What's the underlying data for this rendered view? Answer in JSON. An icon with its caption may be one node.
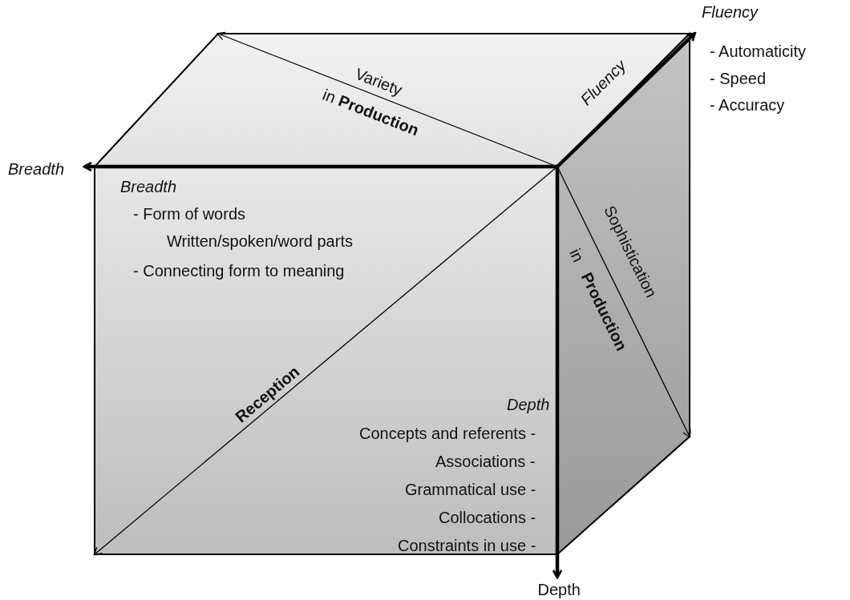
{
  "diagram": {
    "nodes": [
      {
        "text": [
          "Breadth",
          "- Form of words",
          "Written/spoken/word parts",
          "- Connecting form to meaning",
          "Reception",
          "Depth",
          "Concepts and referents -",
          "Associations -",
          "Grammatical use -",
          "Collocations -",
          "Constraints in use -"
        ]
      },
      {
        "text": [
          "Variety",
          "in **Production**"
        ]
      },
      {
        "text": [
          "Sophistication",
          "in **Production**"
        ]
      },
      {
        "text": [
          "Breadth"
        ]
      },
      {
        "text": [
          "Fluency",
          "- Automaticity",
          "- Speed",
          "- Accuracy"
        ]
      },
      {
        "text": [
          "Depth"
        ]
      }
    ],
    "edges": [
      {
        "from": 2,
        "to": 3,
        "arrow": "to",
        "style": "thick"
      },
      {
        "from": 2,
        "to": 4,
        "arrow": "to",
        "label": "Fluency",
        "style": "thick"
      },
      {
        "from": 2,
        "to": 5,
        "arrow": "to",
        "style": "thick"
      },
      {
        "from": 2,
        "to": 1,
        "arrow": "to"
      },
      {
        "from": 2,
        "to": 0,
        "arrow": "to"
      },
      {
        "from": 0,
        "to": 2,
        "arrow": "to"
      }
    ]
  }
}
